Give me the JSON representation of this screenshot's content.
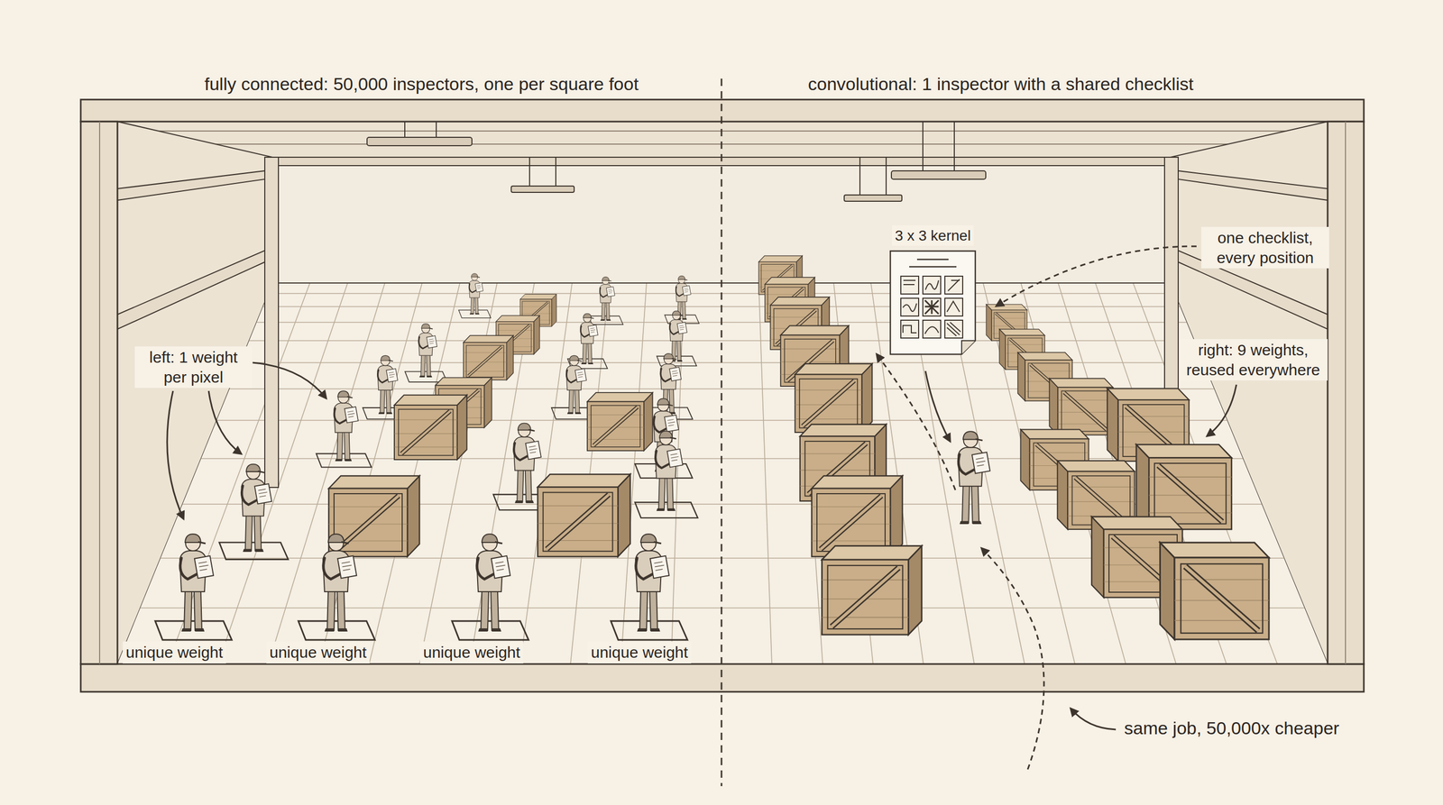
{
  "diagram": {
    "nodes": [
      {
        "text": [
          "3 x 3 kernel"
        ]
      }
    ],
    "labels": [
      "fully connected: 50,000 inspectors, one per square foot",
      "convolutional: 1 inspector with a shared checklist",
      "left: 1 weight per pixel",
      "unique weight",
      "unique weight",
      "unique weight",
      "unique weight",
      "one checklist, every position",
      "right: 9 weights, reused everywhere",
      "same job, 50,000x cheaper"
    ]
  }
}
